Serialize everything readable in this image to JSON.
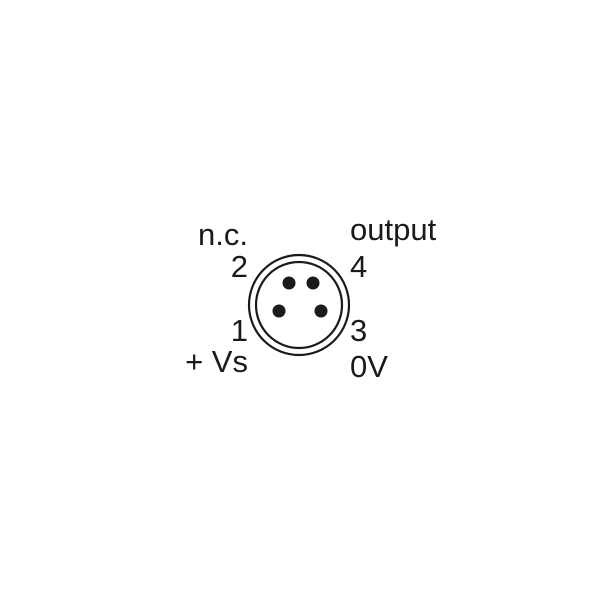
{
  "diagram": {
    "connector": {
      "pins": [
        {
          "number": "1",
          "signal": "+ Vs"
        },
        {
          "number": "2",
          "signal": "n.c."
        },
        {
          "number": "3",
          "signal": "0V"
        },
        {
          "number": "4",
          "signal": "output"
        }
      ]
    },
    "colors": {
      "line": "#1a1a1a",
      "background": "#ffffff"
    }
  }
}
